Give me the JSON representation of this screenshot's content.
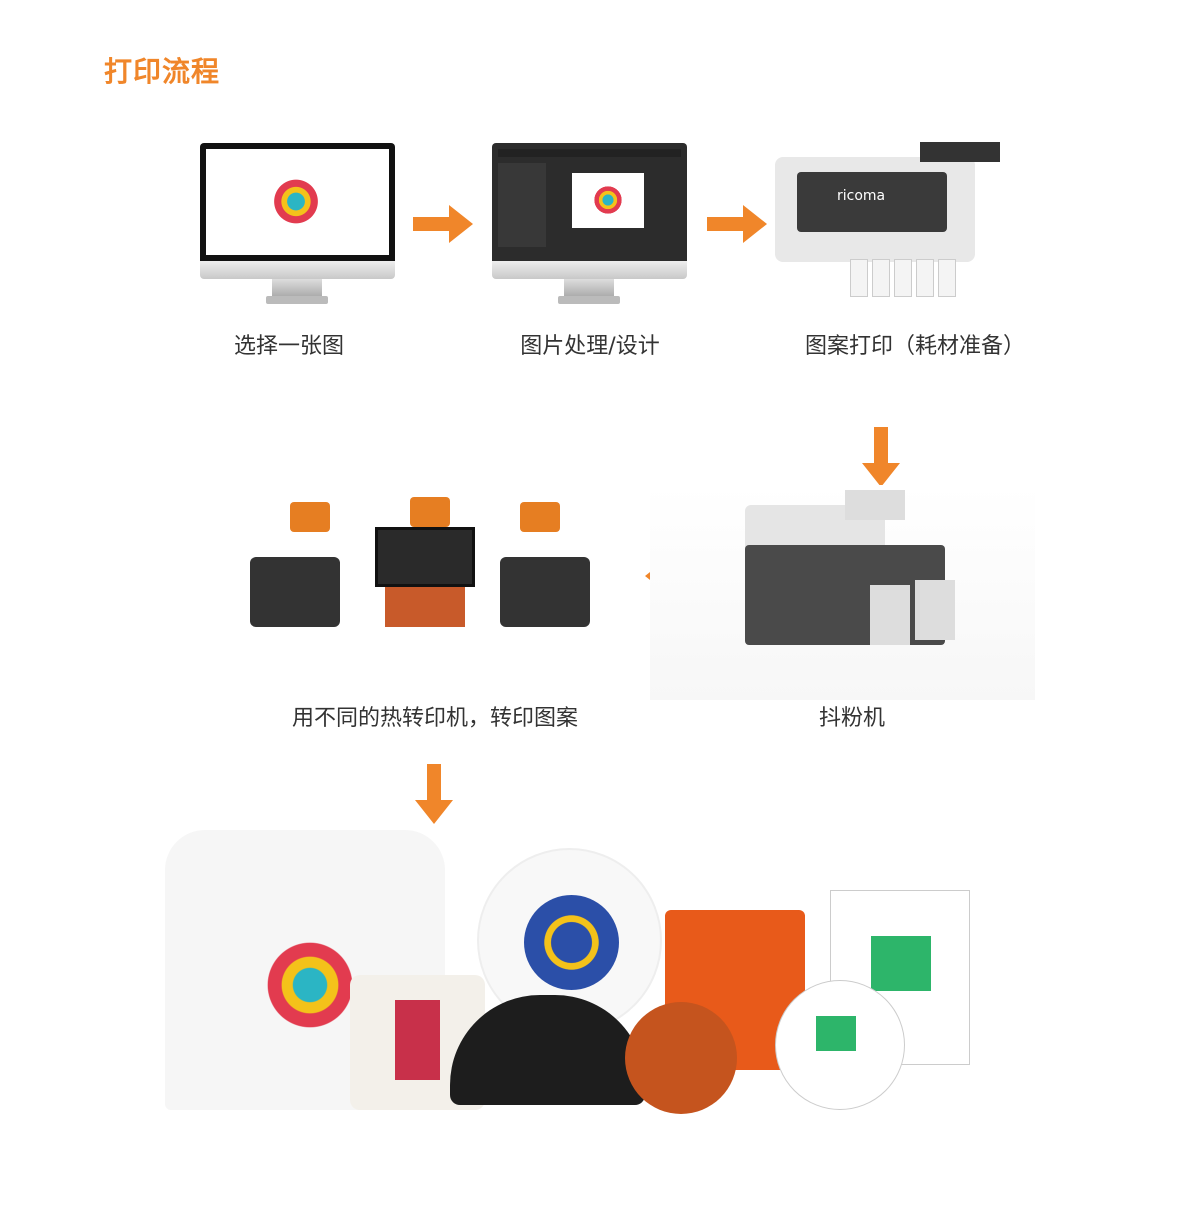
{
  "title": "打印流程",
  "steps": [
    {
      "label": "选择一张图"
    },
    {
      "label": "图片处理/设计"
    },
    {
      "label": "图案打印（耗材准备）"
    },
    {
      "label": "抖粉机"
    },
    {
      "label": "用不同的热转印机，转印图案"
    }
  ],
  "brand": "ricoma",
  "colors": {
    "accent": "#f0862a",
    "text": "#333333"
  }
}
